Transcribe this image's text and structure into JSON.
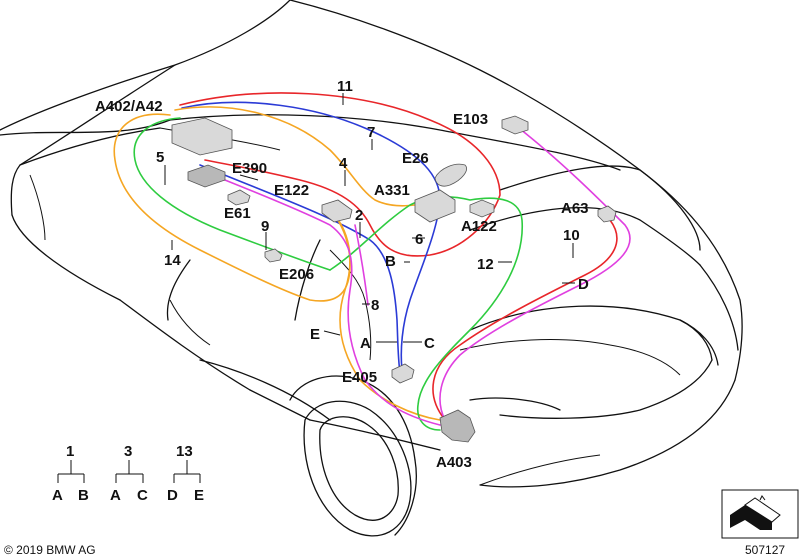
{
  "labels": {
    "a402_a42": "A402/A42",
    "n11": "11",
    "n7": "7",
    "e103": "E103",
    "e26": "E26",
    "n5": "5",
    "e390": "E390",
    "n4": "4",
    "e122": "E122",
    "a331": "A331",
    "e61": "E61",
    "n9": "9",
    "n2": "2",
    "n6": "6",
    "a122": "A122",
    "a63": "A63",
    "n10": "10",
    "n14": "14",
    "b_mid": "B",
    "n12": "12",
    "e206": "E206",
    "d_right": "D",
    "n8": "8",
    "e_left": "E",
    "a_mid": "A",
    "c_mid": "C",
    "e405": "E405",
    "a403": "A403"
  },
  "legend": {
    "group1": {
      "parent": "1",
      "left": "A",
      "right": "B"
    },
    "group3": {
      "parent": "3",
      "left": "A",
      "right": "C"
    },
    "group13": {
      "parent": "13",
      "left": "D",
      "right": "E"
    }
  },
  "footer": {
    "copyright": "© 2019 BMW AG",
    "diagram_number": "507127"
  },
  "wire_colors": {
    "red": "#e8262a",
    "blue": "#2b3bd6",
    "orange": "#f5a623",
    "green": "#2ecc40",
    "magenta": "#e040e0"
  }
}
